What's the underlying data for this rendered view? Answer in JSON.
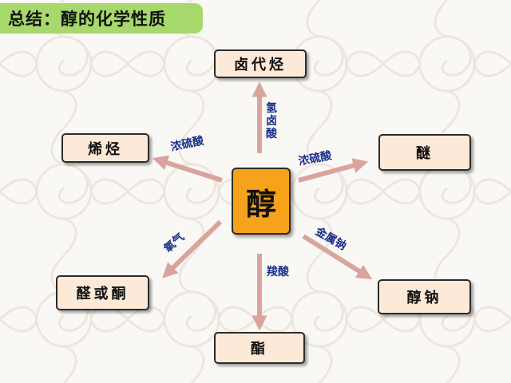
{
  "title": "总结：醇的化学性质",
  "center": "醇",
  "nodes": {
    "top": "卤代烃",
    "left_upper": "烯烃",
    "right_upper": "醚",
    "left_lower": "醛或酮",
    "right_lower": "醇钠",
    "bottom": "酯"
  },
  "reagents": {
    "top": "氢卤酸",
    "left_upper": "浓硫酸",
    "right_upper": "浓硫酸",
    "left_lower": "氧气",
    "right_lower": "金属钠",
    "bottom": "羧酸"
  },
  "colors": {
    "title_bg": "#a6d86c",
    "center_fill": "#f7a21b",
    "node_fill": "#fde9d7",
    "arrow": "#d9a49c",
    "reagent_text": "#1b2f8c"
  }
}
